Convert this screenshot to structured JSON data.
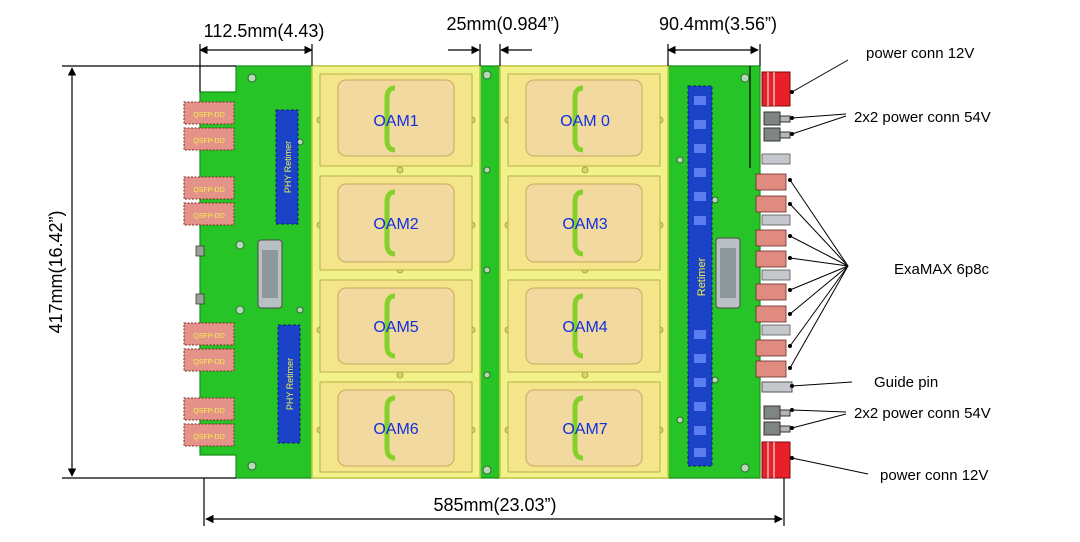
{
  "dimensions": {
    "width_left": "112.5mm(4.43)",
    "gap_center": "25mm(0.984”)",
    "width_right": "90.4mm(3.56”)",
    "height": "417mm(16.42”)",
    "length": "585mm(23.03”)"
  },
  "oam_modules": [
    "OAM1",
    "OAM 0",
    "OAM2",
    "OAM3",
    "OAM5",
    "OAM4",
    "OAM6",
    "OAM7"
  ],
  "qsfp_label": "QSFP-DD",
  "retimers": {
    "phy_top": "PHY Retimer",
    "phy_bottom": "PHY Retimer",
    "right": "Retimer"
  },
  "callouts": {
    "power_top": "power conn 12V",
    "power54_top": "2x2 power conn 54V",
    "examax": "ExaMAX 6p8c",
    "guide_pin": "Guide pin",
    "power54_bottom": "2x2 power conn 54V",
    "power_bottom": "power conn 12V"
  },
  "colors": {
    "board": "#27c427",
    "oam_frame": "#f2f28a",
    "oam_inner": "#f2d9a0",
    "qsfp": "#e4938a",
    "retimer": "#1a43c8",
    "power_red": "#e8202a",
    "label_blue": "#1030e0"
  }
}
